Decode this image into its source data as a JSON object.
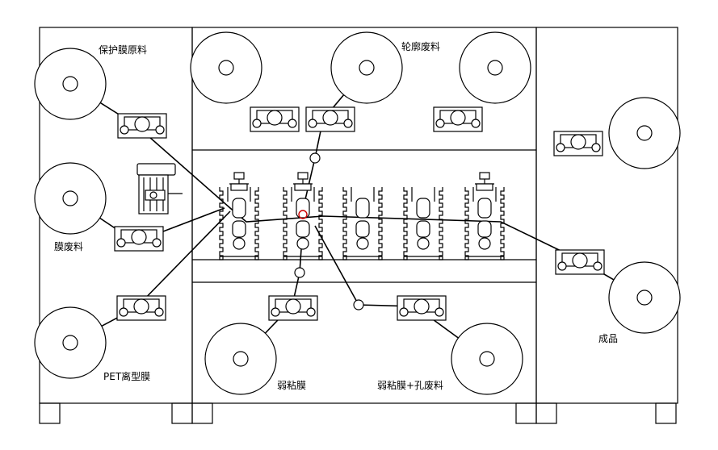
{
  "labels": {
    "protective_film_material": "保护膜原料",
    "contour_waste": "轮廓废料",
    "film_waste": "膜废料",
    "pet_release_film": "PET离型膜",
    "weak_adhesive_film": "弱粘膜",
    "weak_adhesive_hole_waste": "弱粘膜+孔废料",
    "finished_product": "成品"
  },
  "colors": {
    "line": "#000000",
    "background": "#ffffff",
    "highlight": "#cc0000"
  }
}
